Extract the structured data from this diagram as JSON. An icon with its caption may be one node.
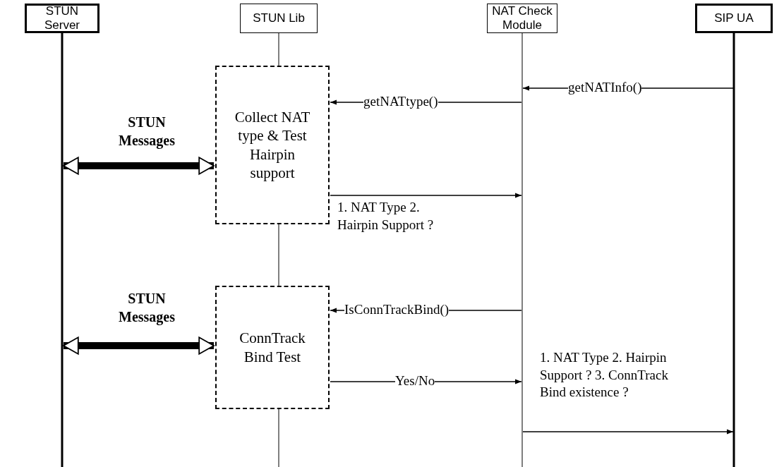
{
  "diagram": {
    "nodes": [
      {
        "text": [
          "STUN Server"
        ]
      },
      {
        "text": [
          "STUN Lib"
        ]
      },
      {
        "text": [
          "NAT Check Module"
        ]
      },
      {
        "text": [
          "SIP UA"
        ]
      },
      {
        "text": [
          "Collect NAT type & Test Hairpin support"
        ]
      },
      {
        "text": [
          "ConnTrack Bind Test"
        ]
      }
    ],
    "edges": [
      {
        "from": 3,
        "to": 2,
        "arrow": "to",
        "label": "getNATInfo()"
      },
      {
        "from": 2,
        "to": 4,
        "arrow": "to",
        "label": "getNATtype()"
      },
      {
        "from": 0,
        "to": 4,
        "arrow": "both",
        "label": "STUN Messages",
        "style": "thick"
      },
      {
        "from": 4,
        "to": 2,
        "arrow": "to",
        "label": "1. NAT Type 2. Hairpin Support ?"
      },
      {
        "from": 2,
        "to": 5,
        "arrow": "to",
        "label": "IsConnTrackBind()"
      },
      {
        "from": 0,
        "to": 5,
        "arrow": "both",
        "label": "STUN Messages",
        "style": "thick"
      },
      {
        "from": 5,
        "to": 2,
        "arrow": "to",
        "label": "Yes/No"
      },
      {
        "from": 2,
        "to": 3,
        "arrow": "to",
        "label": "1. NAT Type 2. Hairpin Support ? 3. ConnTrack Bind existence ?"
      }
    ]
  }
}
